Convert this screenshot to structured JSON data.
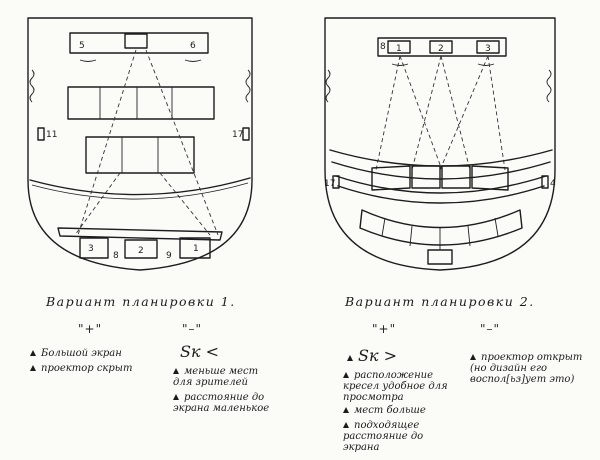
{
  "layout1": {
    "title": "Вариант планировки 1.",
    "labels": {
      "n1": "1",
      "n2": "2",
      "n3": "3",
      "n5": "5",
      "n6": "6",
      "n8": "8",
      "n9": "9",
      "side_left": "11",
      "side_right": "17"
    },
    "pros_head": "\"+\"",
    "cons_head": "\"–\"",
    "pros": [
      "Большой экран",
      "проектор скрыт"
    ],
    "cons_symbol": "Sк <",
    "cons": [
      "меньше мест для зрителей",
      "расстояние до экрана маленькое"
    ]
  },
  "layout2": {
    "title": "Вариант планировки 2.",
    "labels": {
      "n1": "1",
      "n2": "2",
      "n3": "3",
      "n8": "8",
      "side_left": "17",
      "side_right": "4"
    },
    "pros_head": "\"+\"",
    "cons_head": "\"–\"",
    "pros_symbol": "Sк >",
    "pros": [
      "расположение кресел удобное для просмотра",
      "мест больше",
      "подходящее расстояние до экрана"
    ],
    "cons": [
      "проектор открыт (но дизайн его воспол[ьз]ует это)"
    ]
  }
}
